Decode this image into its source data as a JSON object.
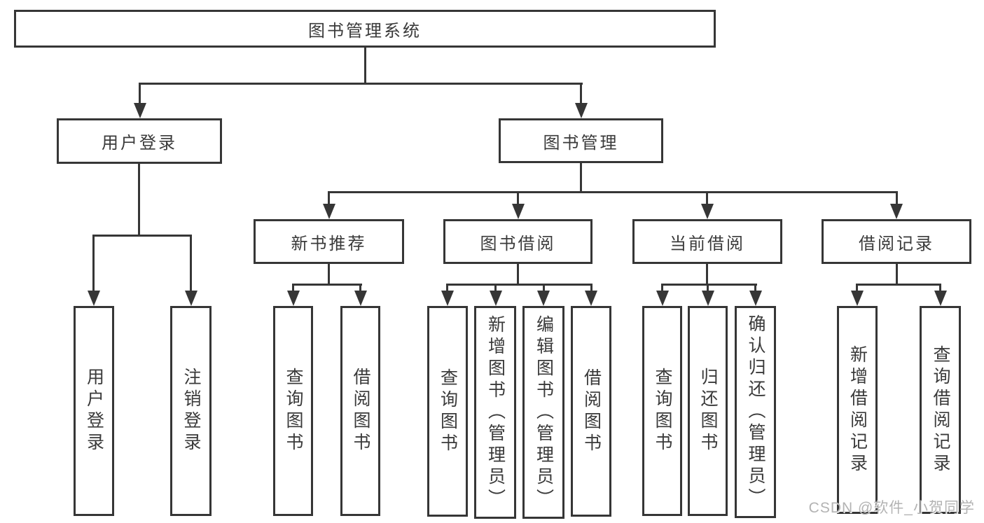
{
  "tree": {
    "root": {
      "label": "图书管理系统"
    },
    "branches": [
      {
        "label": "用户登录",
        "children": [
          {
            "label": "用户登录"
          },
          {
            "label": "注销登录"
          }
        ]
      },
      {
        "label": "图书管理",
        "children": [
          {
            "label": "新书推荐",
            "children": [
              {
                "label": "查询图书"
              },
              {
                "label": "借阅图书"
              }
            ]
          },
          {
            "label": "图书借阅",
            "children": [
              {
                "label": "查询图书"
              },
              {
                "label": "新增图书（管理员）"
              },
              {
                "label": "编辑图书（管理员）"
              },
              {
                "label": "借阅图书"
              }
            ]
          },
          {
            "label": "当前借阅",
            "children": [
              {
                "label": "查询图书"
              },
              {
                "label": "归还图书"
              },
              {
                "label": "确认归还（管理员）"
              }
            ]
          },
          {
            "label": "借阅记录",
            "children": [
              {
                "label": "新增借阅记录"
              },
              {
                "label": "查询借阅记录"
              }
            ]
          }
        ]
      }
    ]
  },
  "watermark": {
    "text": "CSDN @软件_小贺同学"
  },
  "colors": {
    "line": "#363636",
    "text": "#3a3a3a",
    "box_background": "#ffffff",
    "page_background": "#ffffff",
    "watermark": "#b3b3b3"
  }
}
